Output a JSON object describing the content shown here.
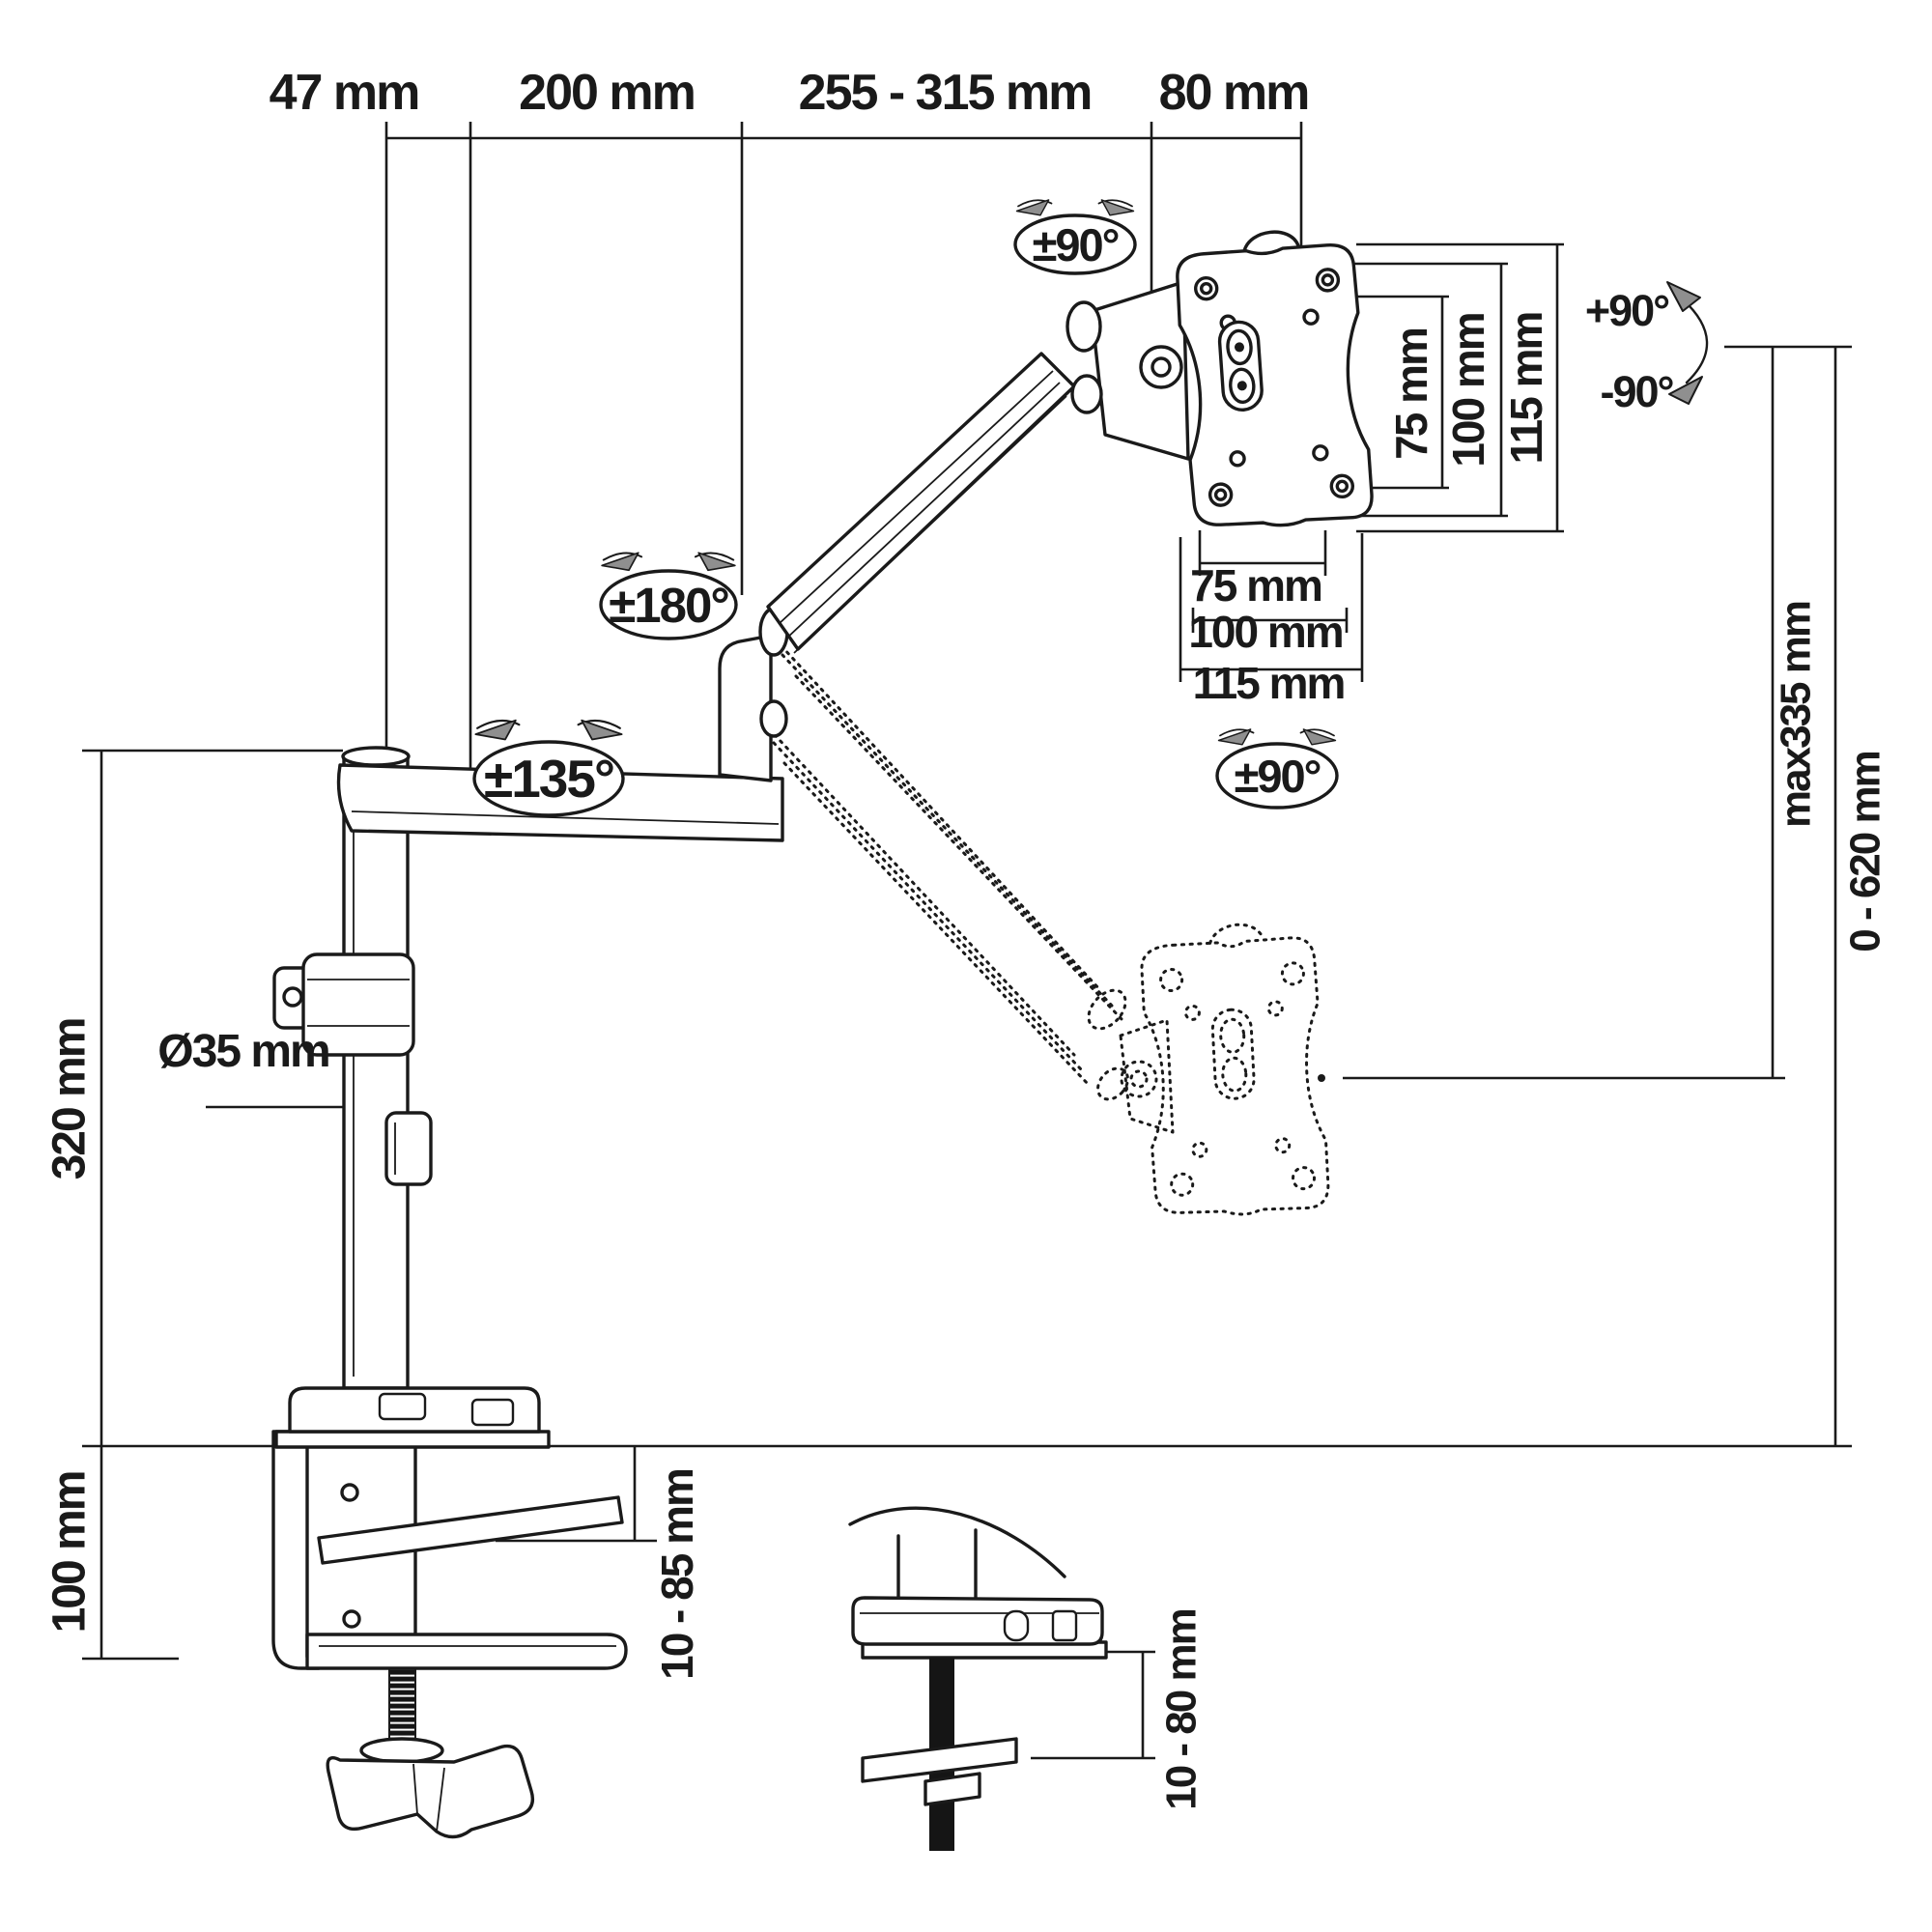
{
  "meta": {
    "type": "technical-dimension-diagram",
    "subject": "gas-spring monitor arm with desk clamp and grommet mount",
    "background_color": "#ffffff",
    "line_color": "#1a1a1a",
    "arrow_fill_color": "#8f8f8f"
  },
  "dimensions": {
    "top": {
      "pole_offset": "47 mm",
      "lower_arm": "200 mm",
      "upper_arm_reach": "255 - 315 mm",
      "vesa_offset": "80 mm"
    },
    "vesa_vertical": {
      "d75": "75 mm",
      "d100": "100 mm",
      "d115": "115 mm"
    },
    "vesa_horizontal": {
      "d75": "75 mm",
      "d100": "100 mm",
      "d115": "115 mm"
    },
    "heights": {
      "max_lift": "max335 mm",
      "height_range": "0 - 620 mm",
      "pole_height": "320 mm",
      "clamp_depth": "100 mm"
    },
    "pole_diameter": "Ø35 mm",
    "clamp_desk_thickness": "10 - 85 mm",
    "grommet_desk_thickness": "10 - 80 mm"
  },
  "rotations": {
    "head_swivel": "±90°",
    "elbow_swivel": "±180°",
    "base_swivel": "±135°",
    "vesa_rotate": "±90°",
    "tilt_up": "+90°",
    "tilt_down": "-90°"
  }
}
